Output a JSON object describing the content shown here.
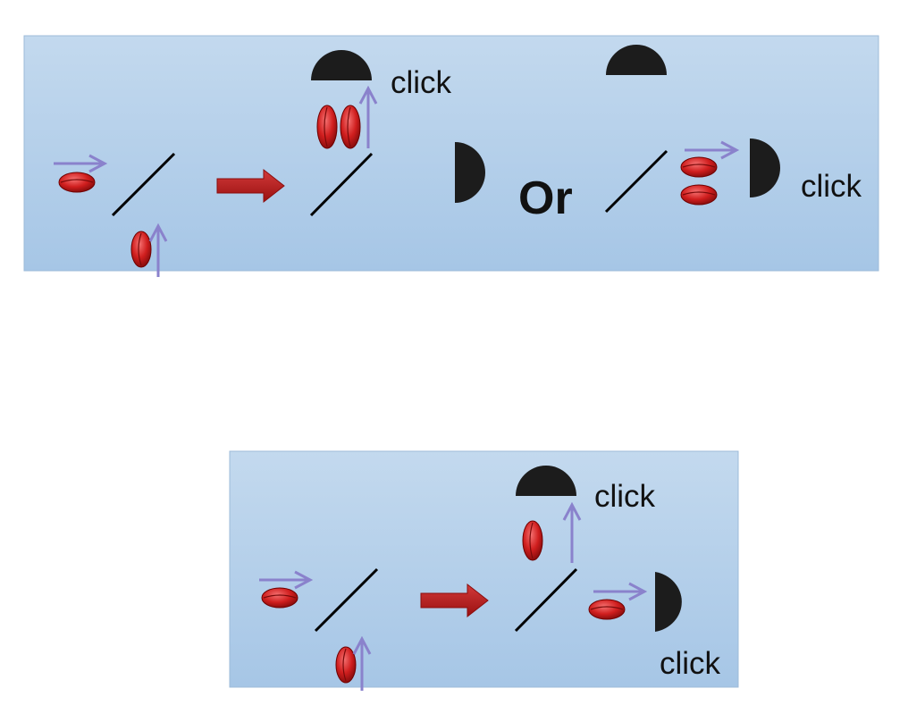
{
  "labels": {
    "click_top_upper": "click",
    "click_top_right": "click",
    "or": "Or",
    "click_bottom_upper": "click",
    "click_bottom_lower": "click"
  },
  "colors": {
    "panel_top": "#c3d9ee",
    "panel_bottom": "#a6c6e6",
    "panel_border": "#9dbbd8",
    "photon": "#d01e1e",
    "arrow_polarization": "#8a82cc",
    "arrow_process": "#bb1a1a",
    "detector": "#1c1c1c",
    "beamsplitter": "#000000"
  },
  "icons": [
    "photon-ellipse",
    "polarization-arrow",
    "beam-splitter-line",
    "detector-semicircle",
    "process-arrow"
  ]
}
